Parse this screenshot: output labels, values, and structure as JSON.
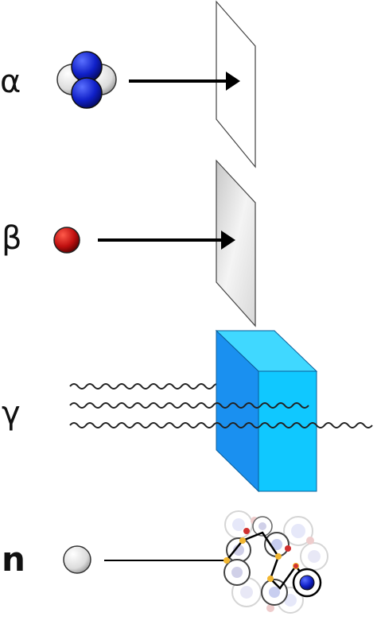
{
  "rows": [
    {
      "symbol": "α",
      "particle": "alpha-particle",
      "barrier": "paper-sheet"
    },
    {
      "symbol": "β",
      "particle": "beta-particle",
      "barrier": "aluminium-sheet"
    },
    {
      "symbol": "γ",
      "particle": "gamma-rays",
      "barrier": "lead-block"
    },
    {
      "symbol": "n",
      "particle": "neutron",
      "barrier": "hydrogen-rich-material"
    }
  ],
  "colors": {
    "proton": "#1020c8",
    "neutron": "#e8e8e8",
    "beta": "#c01010",
    "block_front": "#1a90f0",
    "block_side": "#10c8ff",
    "block_top": "#40d8ff",
    "wave": "#222222",
    "collision": "#f2b630"
  }
}
